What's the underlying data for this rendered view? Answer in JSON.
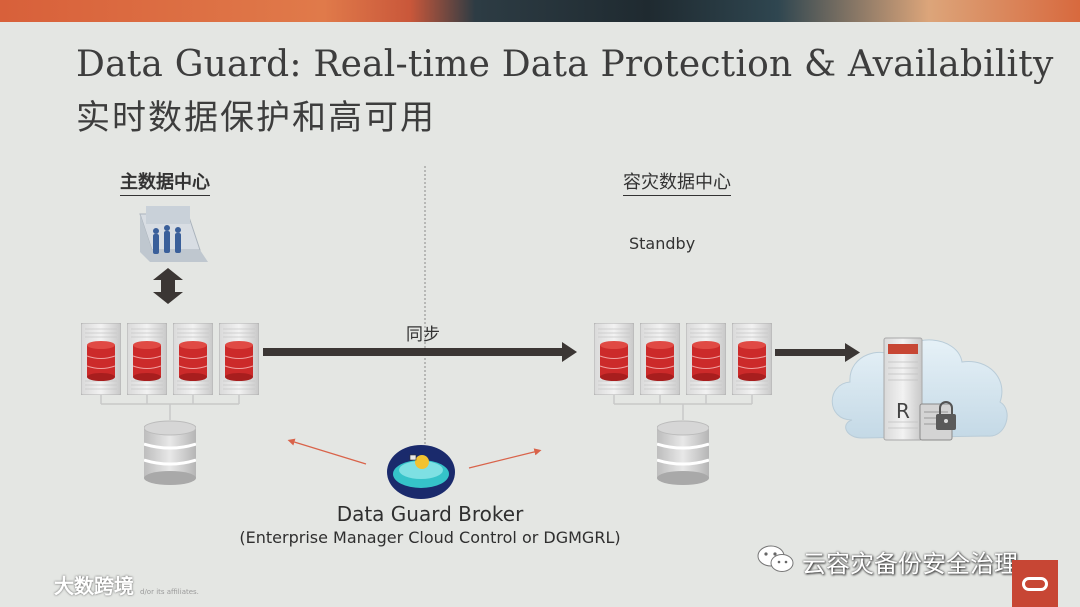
{
  "slide": {
    "title": "Data Guard: Real-time Data Protection & Availability",
    "subtitle": "实时数据保护和高可用"
  },
  "sites": {
    "primary_label": "主数据中心",
    "dr_label": "容灾数据中心",
    "standby_label": "Standby",
    "sync_label": "同步"
  },
  "broker": {
    "name": "Data Guard Broker",
    "detail": "(Enterprise Manager Cloud Control or DGMGRL)"
  },
  "watermark": {
    "wechat_account": "云容灾备份安全治理",
    "footer_brand": "大数跨境",
    "footer_legal": "d/or its affiliates."
  },
  "colors": {
    "accent_red": "#c74634",
    "arrow": "#3b3634",
    "db_red": "#cc2a2a",
    "broker_teal": "#35c3c9",
    "broker_navy": "#1a2a6c"
  },
  "icons": [
    "people-office-icon",
    "bidirectional-arrow-icon",
    "server-rack-icon",
    "database-disk-icon",
    "broker-icon",
    "cloud-recovery-icon",
    "lock-icon",
    "wechat-icon",
    "oracle-logo-icon"
  ]
}
